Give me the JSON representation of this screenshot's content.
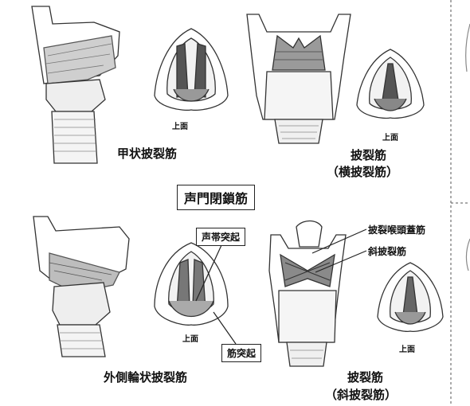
{
  "labels": {
    "thyroarytenoid": "甲状披裂筋",
    "top_view": "上面",
    "arytenoid": "披裂筋",
    "transverse_arytenoid": "（横披裂筋）",
    "glottic_closure": "声門閉鎖筋",
    "vocal_process": "声帯突起",
    "aryepiglottic": "披裂喉頭蓋筋",
    "oblique_arytenoid": "斜披裂筋",
    "muscular_process": "筋突起",
    "lateral_cricoarytenoid": "外側輪状披裂筋",
    "oblique_arytenoid_paren": "（斜披裂筋）"
  }
}
